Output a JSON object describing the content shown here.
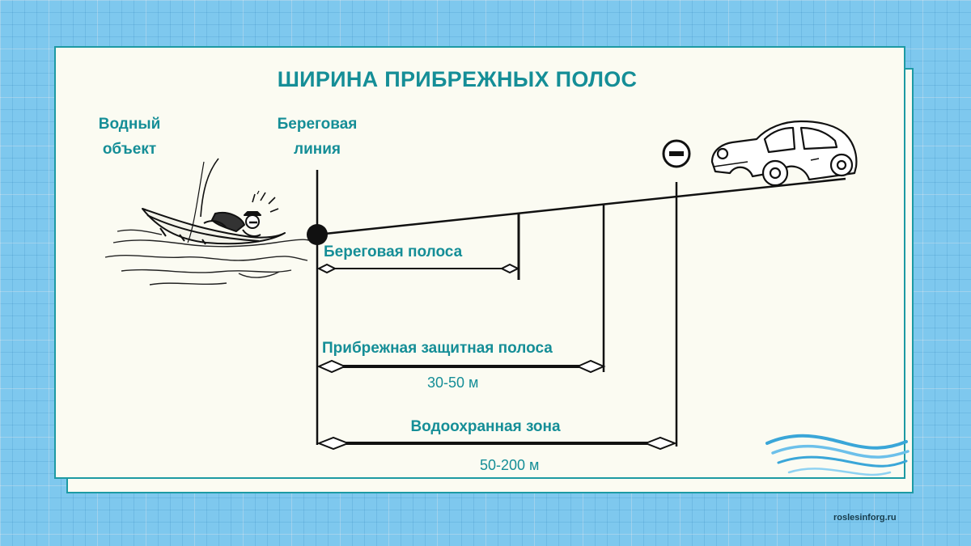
{
  "title": "ШИРИНА ПРИБРЕЖНЫХ ПОЛОС",
  "labels": {
    "water_object_l1": "Водный",
    "water_object_l2": "объект",
    "shoreline_l1": "Береговая",
    "shoreline_l2": "линия",
    "shore_strip": "Береговая полоса",
    "protective_strip": "Прибрежная защитная полоса",
    "protection_zone": "Водоохранная зона"
  },
  "dimensions": {
    "protective_strip": "30-50 м",
    "protection_zone": "50-200 м"
  },
  "site": "roslesinforg.ru",
  "colors": {
    "background": "#7ec8ee",
    "card": "#fbfbf2",
    "accent": "#158e97",
    "line": "#111111"
  }
}
